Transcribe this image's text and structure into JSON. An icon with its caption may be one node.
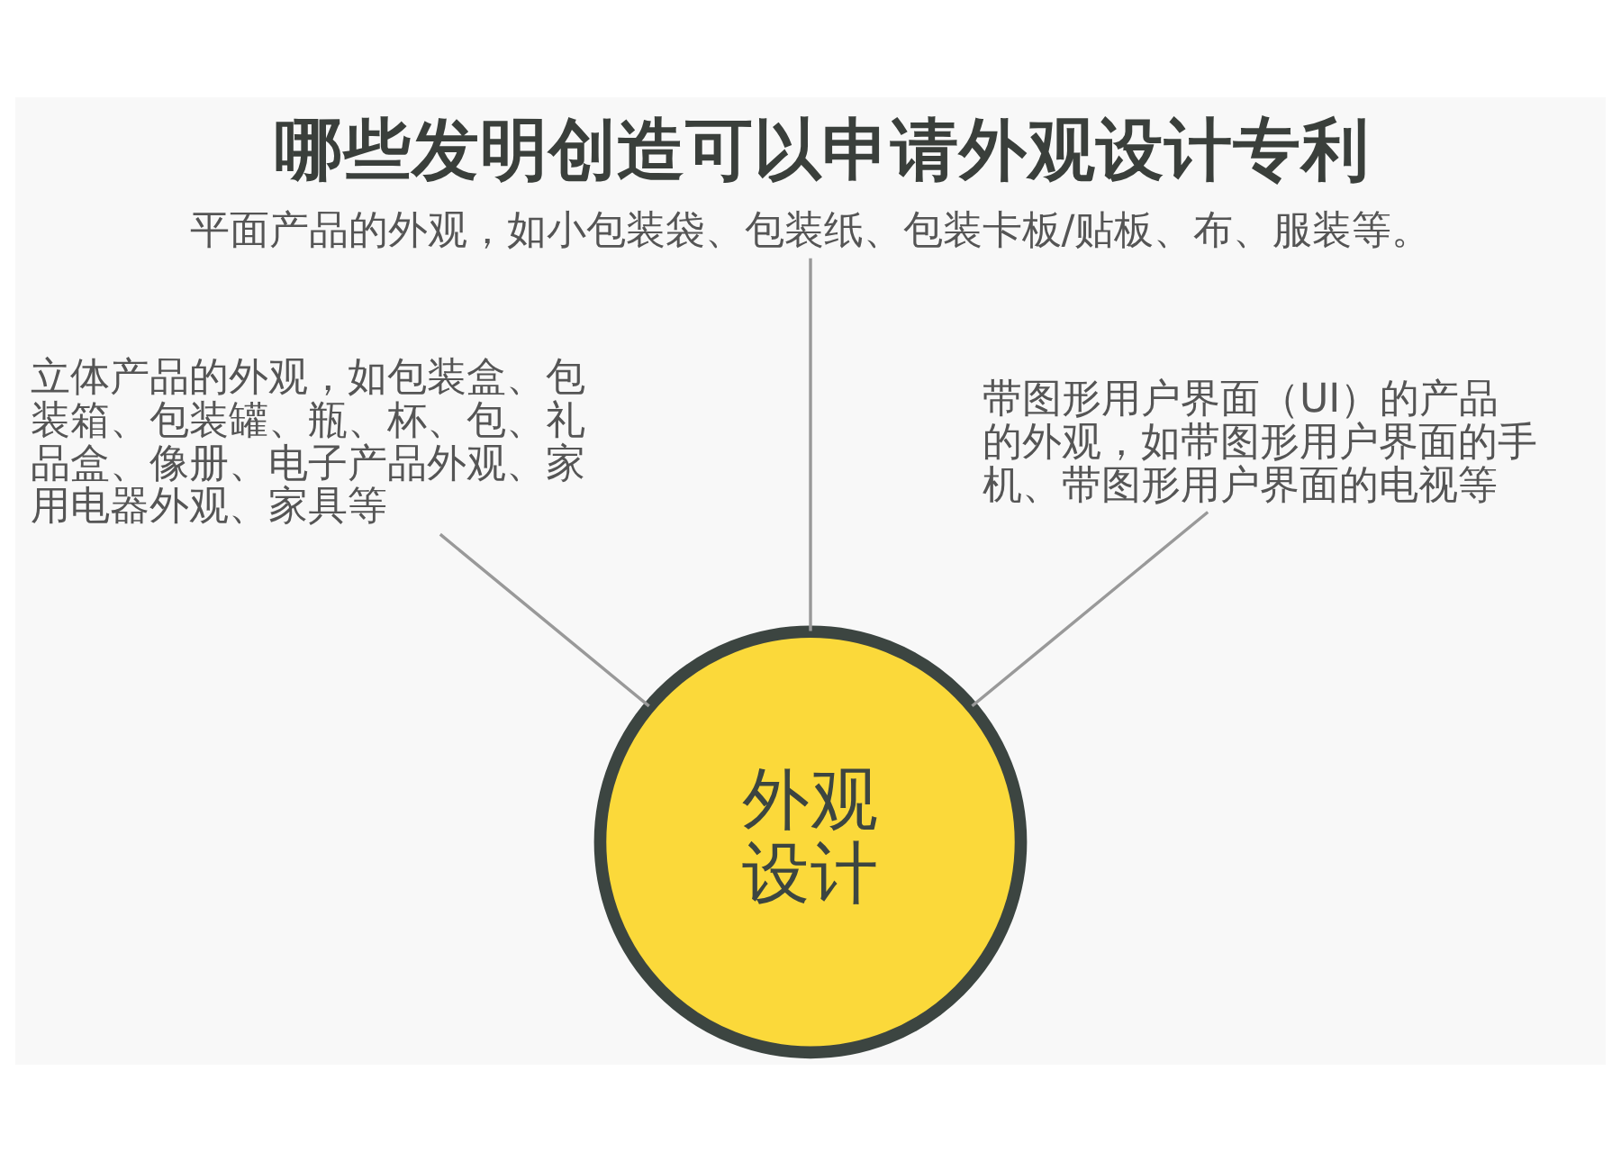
{
  "diagram": {
    "title": "哪些发明创造可以申请外观设计专利",
    "nodes": [
      {
        "text": [
          "平面产品的外观，如小包装袋、包装纸、包装卡板/贴板、布、服装等。"
        ]
      },
      {
        "text": [
          "立体产品的外观，如包装盒、包装箱、包装罐、瓶、杯、包、礼品盒、像册、电子产品外观、家用电器外观、家具等"
        ]
      },
      {
        "text": [
          "带图形用户界面（UI）的产品的外观，如带图形用户界面的手机、带图形用户界面的电视等"
        ]
      },
      {
        "text": [
          "外观设计"
        ]
      }
    ],
    "edges": [
      {
        "from": 1,
        "to": 3,
        "arrow": "none"
      },
      {
        "from": 0,
        "to": 3,
        "arrow": "none"
      },
      {
        "from": 2,
        "to": 3,
        "arrow": "none"
      }
    ]
  }
}
